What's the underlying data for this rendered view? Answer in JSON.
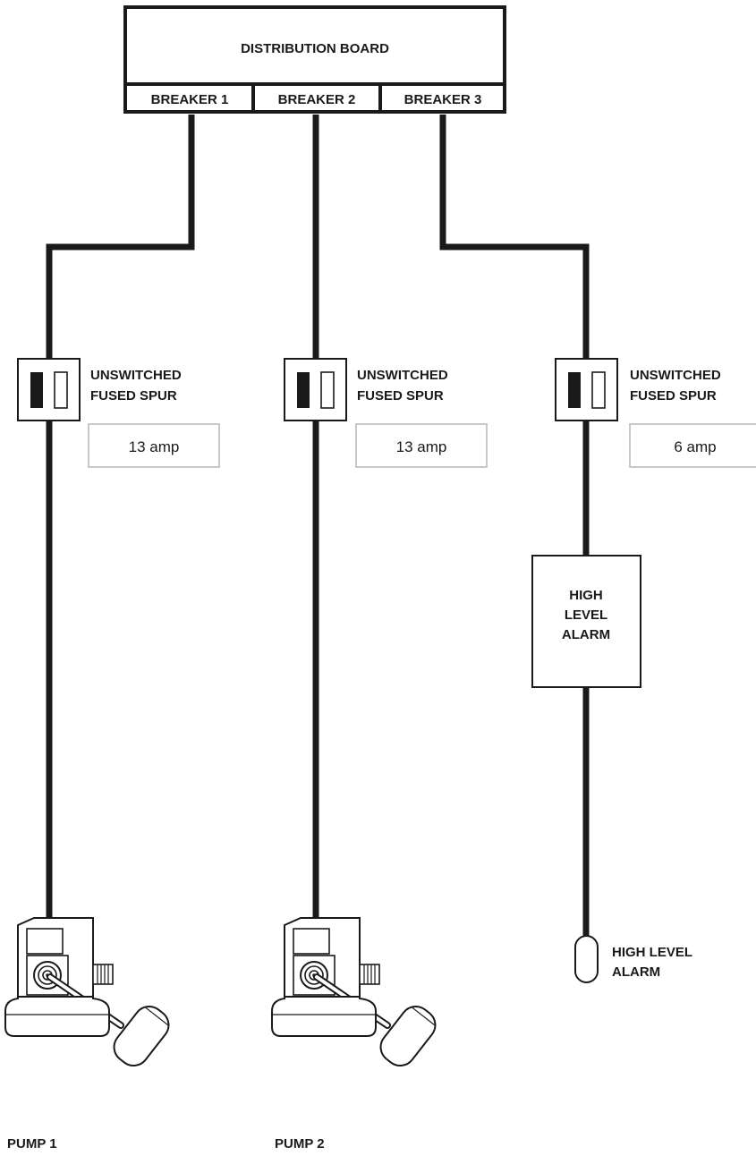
{
  "distribution_board": {
    "title": "DISTRIBUTION BOARD",
    "breakers": [
      "BREAKER 1",
      "BREAKER 2",
      "BREAKER 3"
    ]
  },
  "spurs": [
    {
      "label_line1": "UNSWITCHED",
      "label_line2": "FUSED SPUR",
      "rating": "13 amp"
    },
    {
      "label_line1": "UNSWITCHED",
      "label_line2": "FUSED SPUR",
      "rating": "13 amp"
    },
    {
      "label_line1": "UNSWITCHED",
      "label_line2": "FUSED SPUR",
      "rating": "6 amp"
    }
  ],
  "alarm_panel": {
    "line1": "HIGH",
    "line2": "LEVEL",
    "line3": "ALARM"
  },
  "float_switch": {
    "line1": "HIGH LEVEL",
    "line2": "ALARM"
  },
  "pumps": [
    {
      "label": "PUMP 1"
    },
    {
      "label": "PUMP 2"
    }
  ]
}
